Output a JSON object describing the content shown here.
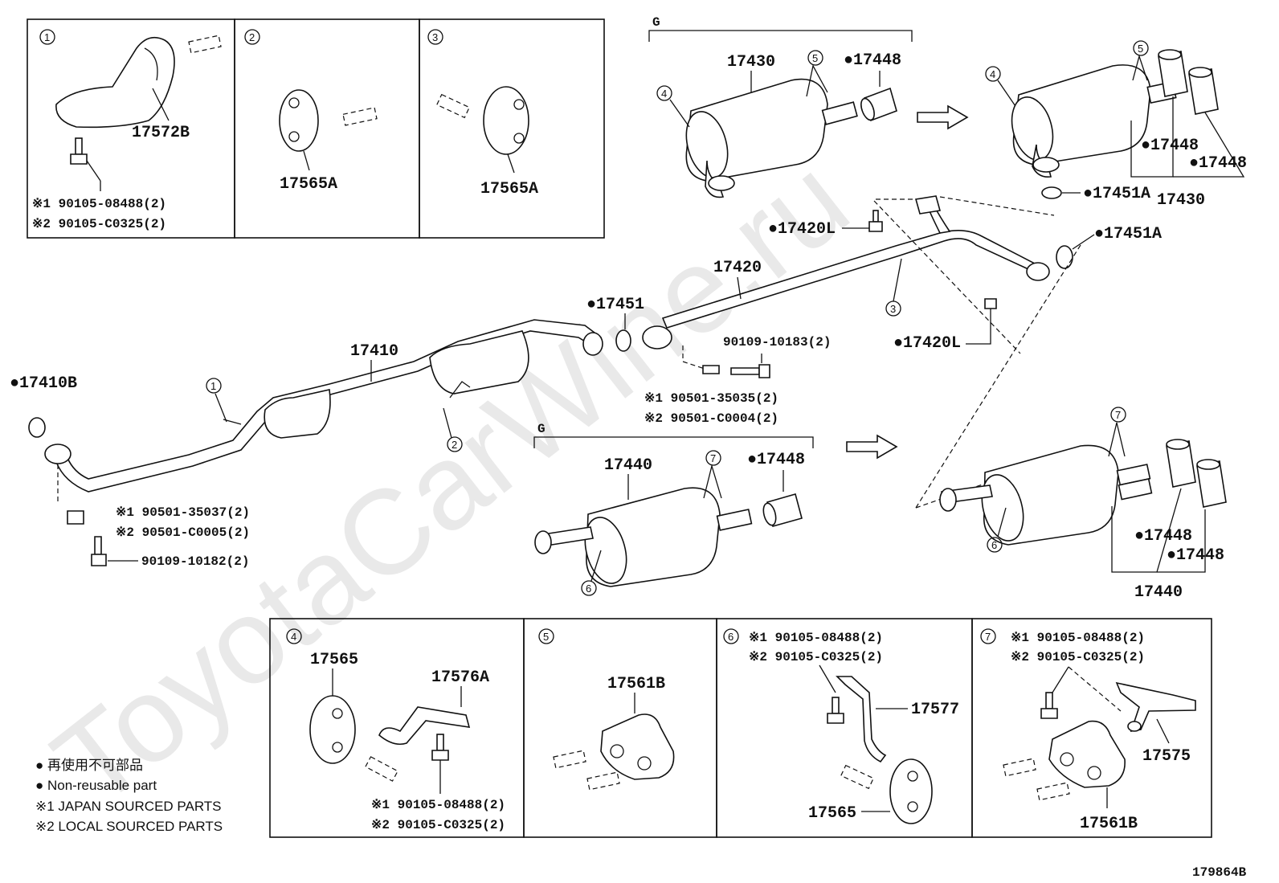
{
  "watermark": "ToyotaCarWine.ru",
  "group_marker": "G",
  "figure_id": "179864B",
  "callouts": {
    "c1": "1",
    "c2": "2",
    "c3": "3",
    "c4": "4",
    "c5": "5",
    "c6": "6",
    "c7": "7"
  },
  "inset1": {
    "part": "17572B",
    "note1": "※1 90105-08488(2)",
    "note2": "※2 90105-C0325(2)"
  },
  "inset2": {
    "part": "17565A"
  },
  "inset3": {
    "part": "17565A"
  },
  "main": {
    "p17410": "17410",
    "p17410B": "●17410B",
    "p17451": "●17451",
    "p17420": "17420",
    "p17420L_a": "●17420L",
    "p17420L_b": "●17420L",
    "p17451A_a": "●17451A",
    "p17451A_b": "●17451A",
    "p17430_a": "17430",
    "p17430_b": "17430",
    "p17448_a": "●17448",
    "p17448_b": "●17448",
    "p17448_c": "●17448",
    "p17448_d": "●17448",
    "p17448_e": "●17448",
    "p17448_f": "●17448",
    "p17440_a": "17440",
    "p17440_b": "17440",
    "bolt_a": "90109-10183(2)",
    "spring_a1": "※1 90501-35035(2)",
    "spring_a2": "※2 90501-C0004(2)",
    "spring_b1": "※1 90501-35037(2)",
    "spring_b2": "※2 90501-C0005(2)",
    "bolt_b": "90109-10182(2)"
  },
  "inset4": {
    "part_a": "17565",
    "part_b": "17576A",
    "note1": "※1 90105-08488(2)",
    "note2": "※2 90105-C0325(2)"
  },
  "inset5": {
    "part": "17561B"
  },
  "inset6": {
    "note1": "※1 90105-08488(2)",
    "note2": "※2 90105-C0325(2)",
    "part_a": "17577",
    "part_b": "17565"
  },
  "inset7": {
    "note1": "※1 90105-08488(2)",
    "note2": "※2 90105-C0325(2)",
    "part_a": "17575",
    "part_b": "17561B"
  },
  "legend": {
    "jp": "● 再使用不可部品",
    "en": "● Non-reusable part",
    "s1": "※1 JAPAN SOURCED PARTS",
    "s2": "※2 LOCAL SOURCED PARTS"
  }
}
